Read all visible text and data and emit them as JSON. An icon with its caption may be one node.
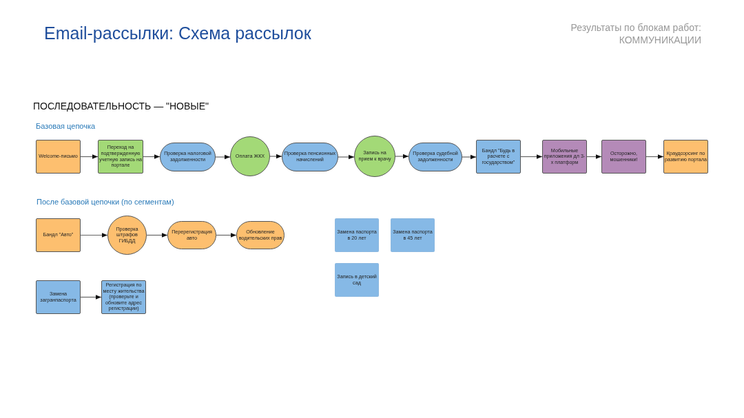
{
  "diagram": {
    "title": "Email-рассылки: Схема рассылок",
    "nodes": [
      {
        "text": [
          "Welcome-письмо"
        ]
      },
      {
        "text": [
          "Переход на подтвержденную учетную запись на портале"
        ]
      },
      {
        "text": [
          "Проверка налоговой задолженности"
        ]
      },
      {
        "text": [
          "Оплата ЖКХ"
        ]
      },
      {
        "text": [
          "Проверка пенсионных начислений"
        ]
      },
      {
        "text": [
          "Запись на прием к врачу"
        ]
      },
      {
        "text": [
          "Проверка судебной задолженности"
        ]
      },
      {
        "text": [
          "Бандл \"Будь в расчете с государством\""
        ]
      },
      {
        "text": [
          "Мобильные приложения дл 3-х платформ"
        ]
      },
      {
        "text": [
          "Осторожно, мошенники!"
        ]
      },
      {
        "text": [
          "Краудсорсинг по развитию портала"
        ]
      },
      {
        "text": [
          "Бандл \"Авто\""
        ]
      },
      {
        "text": [
          "Проверка штрафов ГИБДД"
        ]
      },
      {
        "text": [
          "Перерегистрация авто"
        ]
      },
      {
        "text": [
          "Обновление водительских прав"
        ]
      },
      {
        "text": [
          "Замена загранпаспорта"
        ]
      },
      {
        "text": [
          "Регистрация по месту жительства (проверьте и обновите адрес регистрации)"
        ]
      },
      {
        "text": [
          "Замена паспорта в 20 лет"
        ]
      },
      {
        "text": [
          "Замена паспорта в 45 лет"
        ]
      },
      {
        "text": [
          "Запись в детский сад"
        ]
      }
    ],
    "edges": [
      {
        "from": 0,
        "to": 1,
        "arrow": "to"
      },
      {
        "from": 1,
        "to": 2,
        "arrow": "to"
      },
      {
        "from": 2,
        "to": 3,
        "arrow": "to"
      },
      {
        "from": 3,
        "to": 4,
        "arrow": "to"
      },
      {
        "from": 4,
        "to": 5,
        "arrow": "to"
      },
      {
        "from": 5,
        "to": 6,
        "arrow": "to"
      },
      {
        "from": 6,
        "to": 7,
        "arrow": "to"
      },
      {
        "from": 7,
        "to": 8,
        "arrow": "to"
      },
      {
        "from": 8,
        "to": 9,
        "arrow": "to"
      },
      {
        "from": 9,
        "to": 10,
        "arrow": "to"
      },
      {
        "from": 11,
        "to": 12,
        "arrow": "to"
      },
      {
        "from": 12,
        "to": 13,
        "arrow": "to"
      },
      {
        "from": 13,
        "to": 14,
        "arrow": "to"
      },
      {
        "from": 15,
        "to": 16,
        "arrow": "to"
      }
    ],
    "labels": [
      "Результаты по блокам работ:",
      "КОММУНИКАЦИИ",
      "ПОСЛЕДОВАТЕЛЬНОСТЬ — \"НОВЫЕ\"",
      "Базовая цепочка",
      "После базовой цепочки (по сегментам)"
    ]
  }
}
